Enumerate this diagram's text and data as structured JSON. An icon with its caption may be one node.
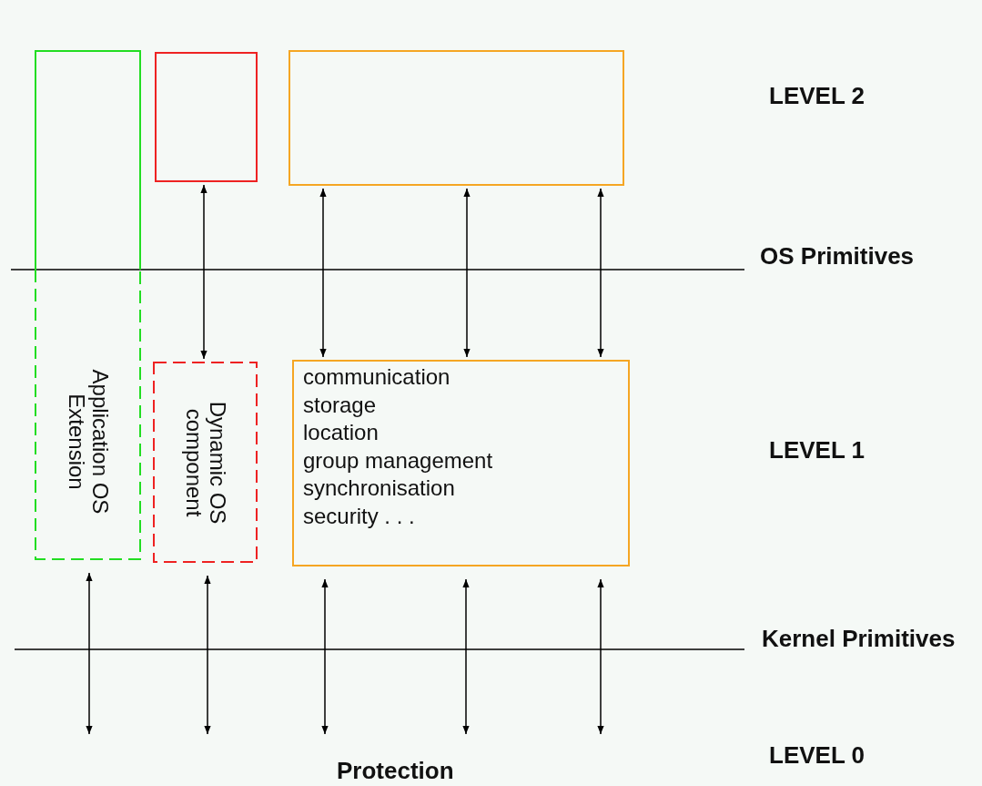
{
  "diagram": {
    "nodes": [
      {
        "text": [
          "Application OS Extension"
        ]
      },
      {
        "text": [],
        "shape": "box"
      },
      {
        "text": [],
        "shape": "box"
      },
      {
        "text": [
          "Dynamic OS component"
        ]
      },
      {
        "text": [
          "communication",
          "storage",
          "location",
          "group management",
          "synchronisation",
          "security . . ."
        ]
      }
    ],
    "edges": [
      {
        "from": 1,
        "to": 3,
        "arrow": "both"
      },
      {
        "from": 2,
        "to": 4,
        "arrow": "both"
      },
      {
        "from": 2,
        "to": 4,
        "arrow": "both"
      },
      {
        "from": 2,
        "to": 4,
        "arrow": "both"
      },
      {
        "from": 0,
        "to": null,
        "arrow": "both"
      },
      {
        "from": 3,
        "to": null,
        "arrow": "both"
      },
      {
        "from": 4,
        "to": null,
        "arrow": "both"
      },
      {
        "from": 4,
        "to": null,
        "arrow": "both"
      },
      {
        "from": 4,
        "to": null,
        "arrow": "both"
      }
    ],
    "labels": [
      "LEVEL 2",
      "OS Primitives",
      "LEVEL 1",
      "Kernel Primitives",
      "LEVEL 0",
      "Protection"
    ]
  }
}
